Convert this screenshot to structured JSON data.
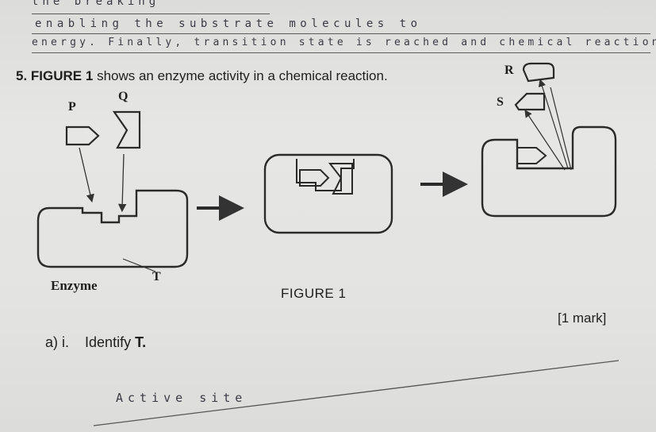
{
  "handwriting": {
    "line1": "the breaking",
    "line2": "enabling the substrate molecules to",
    "line2b": "reached and chemi",
    "line3": "energy. Finally, transition state is reached and chemical reaction. reaction is SF",
    "answer": "Active site"
  },
  "question": {
    "number": "5.",
    "figure_ref": "FIGURE 1",
    "text": "shows an enzyme activity in a chemical reaction.",
    "caption": "FIGURE 1",
    "marks": "[1 mark]",
    "sub_prefix": "a) i.",
    "sub_text": "Identify",
    "sub_bold": "T."
  },
  "figure": {
    "label_p": "P",
    "label_q": "Q",
    "label_r": "R",
    "label_s": "S",
    "label_t": "T",
    "label_enzyme": "Enzyme"
  }
}
